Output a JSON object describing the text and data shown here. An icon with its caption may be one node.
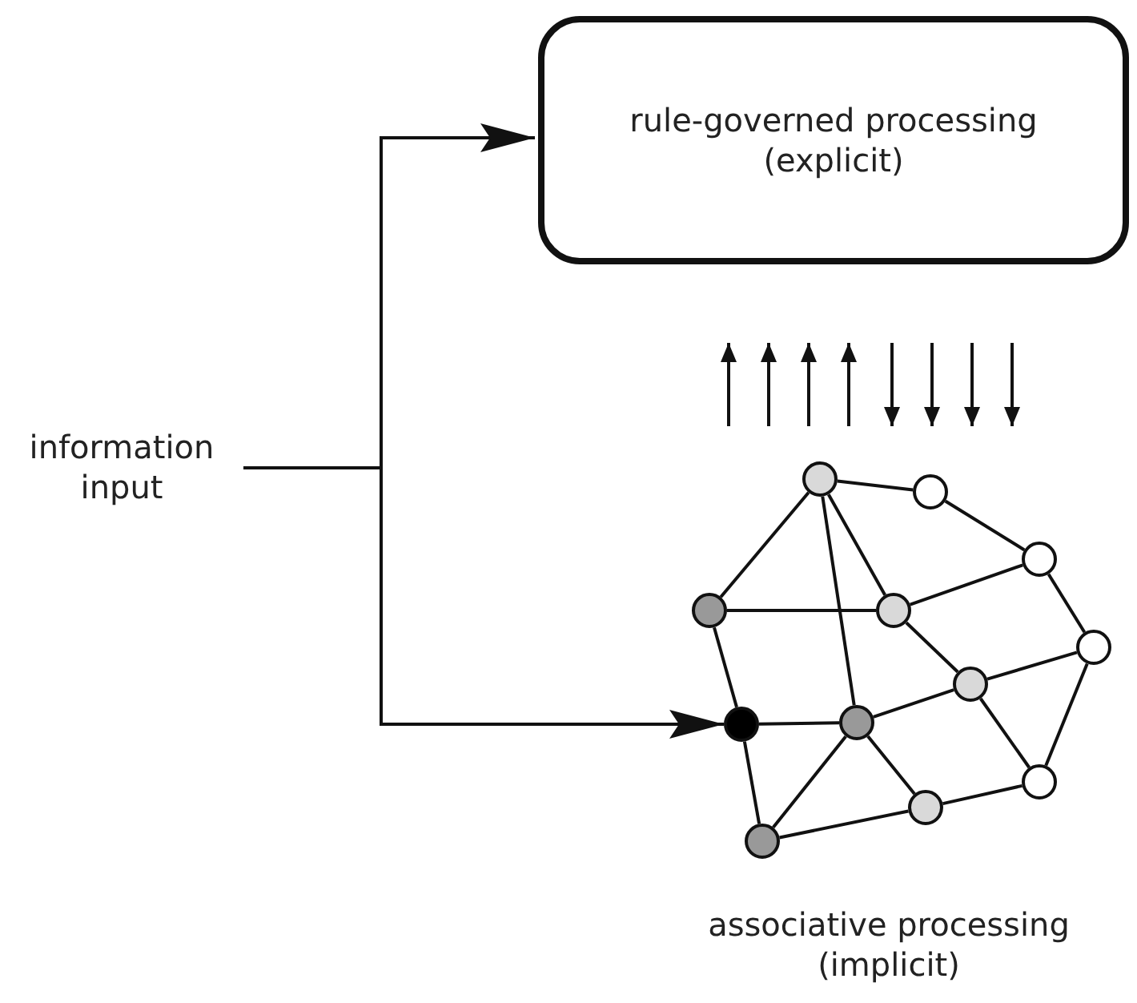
{
  "diagram": {
    "nodes": [
      {
        "text": [
          "information input"
        ]
      },
      {
        "text": [
          "rule-governed processing (explicit)"
        ]
      },
      {
        "text": [],
        "shape": "circle"
      },
      {
        "text": [],
        "shape": "circle"
      },
      {
        "text": [],
        "shape": "circle"
      },
      {
        "text": [],
        "shape": "circle"
      },
      {
        "text": [],
        "shape": "circle"
      },
      {
        "text": [],
        "shape": "circle"
      },
      {
        "text": [],
        "shape": "circle"
      },
      {
        "text": [],
        "shape": "circle"
      },
      {
        "text": [],
        "shape": "circle"
      },
      {
        "text": [],
        "shape": "circle"
      },
      {
        "text": [],
        "shape": "circle"
      },
      {
        "text": [],
        "shape": "circle"
      }
    ],
    "edges": [
      {
        "from": 0,
        "to": 1,
        "arrow": "to"
      },
      {
        "from": 0,
        "to": 9,
        "arrow": "to"
      },
      {
        "from": 2,
        "to": 3,
        "arrow": "none"
      },
      {
        "from": 2,
        "to": 5,
        "arrow": "none"
      },
      {
        "from": 2,
        "to": 10,
        "arrow": "none"
      },
      {
        "from": 2,
        "to": 6,
        "arrow": "none"
      },
      {
        "from": 3,
        "to": 4,
        "arrow": "none"
      },
      {
        "from": 4,
        "to": 6,
        "arrow": "none"
      },
      {
        "from": 4,
        "to": 7,
        "arrow": "none"
      },
      {
        "from": 5,
        "to": 6,
        "arrow": "none"
      },
      {
        "from": 5,
        "to": 9,
        "arrow": "none"
      },
      {
        "from": 6,
        "to": 8,
        "arrow": "none"
      },
      {
        "from": 8,
        "to": 7,
        "arrow": "none"
      },
      {
        "from": 8,
        "to": 10,
        "arrow": "none"
      },
      {
        "from": 8,
        "to": 11,
        "arrow": "none"
      },
      {
        "from": 7,
        "to": 11,
        "arrow": "none"
      },
      {
        "from": 9,
        "to": 10,
        "arrow": "none"
      },
      {
        "from": 9,
        "to": 13,
        "arrow": "none"
      },
      {
        "from": 10,
        "to": 13,
        "arrow": "none"
      },
      {
        "from": 10,
        "to": 12,
        "arrow": "none"
      },
      {
        "from": 12,
        "to": 11,
        "arrow": "none"
      },
      {
        "from": 13,
        "to": 12,
        "arrow": "none"
      }
    ],
    "labels": [
      "associative processing (implicit)"
    ]
  }
}
